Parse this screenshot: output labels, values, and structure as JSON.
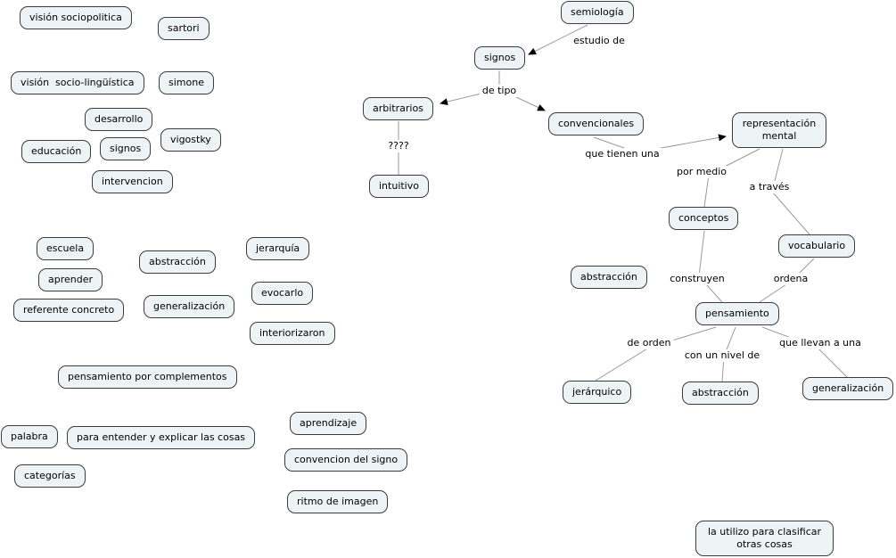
{
  "styles": {
    "background": "#ffffff",
    "node_fill": "#eef4f6",
    "node_border": "#3c3c3e",
    "line_color": "#9a9a9a",
    "arrow_color": "#000000"
  },
  "nodes": {
    "vision_sociopolitica": "visión sociopolitica",
    "sartori": "sartori",
    "vision_socio_linguistica": "visión  socio-lingüística",
    "simone": "simone",
    "desarrollo": "desarrollo",
    "vigostky": "vigostky",
    "educacion": "educación",
    "signos_left": "signos",
    "intervencion": "intervencion",
    "escuela": "escuela",
    "abstraccion_left": "abstracción",
    "jerarquia": "jerarquía",
    "aprender": "aprender",
    "generalizacion_left": "generalización",
    "evocarlo": "evocarlo",
    "referente_concreto": "referente concreto",
    "interiorizaron": "interiorizaron",
    "pensamiento_por_complementos": "pensamiento por complementos",
    "palabra": "palabra",
    "para_entender": "para entender y explicar las cosas",
    "aprendizaje": "aprendizaje",
    "categorias": "categorías",
    "convencion_del_signo": "convencion del signo",
    "ritmo_de_imagen": "ritmo de imagen",
    "semiologia": "semiología",
    "signos_right": "signos",
    "arbitrarios": "arbitrarios",
    "convencionales": "convencionales",
    "intuitivo": "intuitivo",
    "representacion_mental": "representación mental",
    "conceptos": "conceptos",
    "vocabulario": "vocabulario",
    "abstraccion_right": "abstracción",
    "pensamiento": "pensamiento",
    "jerarquico": "jerárquico",
    "abstraccion_bottom": "abstracción",
    "generalizacion_right": "generalización",
    "la_utilizo": "la utilizo para clasificar otras cosas"
  },
  "link_labels": {
    "estudio_de": "estudio de",
    "de_tipo": "de tipo",
    "interrogantes": "????",
    "que_tienen_una": "que tienen una",
    "por_medio": "por medio",
    "a_traves": "a través",
    "construyen": "construyen",
    "ordena": "ordena",
    "de_orden": "de orden",
    "con_un_nivel_de": "con un nivel de",
    "que_llevan_a_una": "que llevan a una"
  }
}
